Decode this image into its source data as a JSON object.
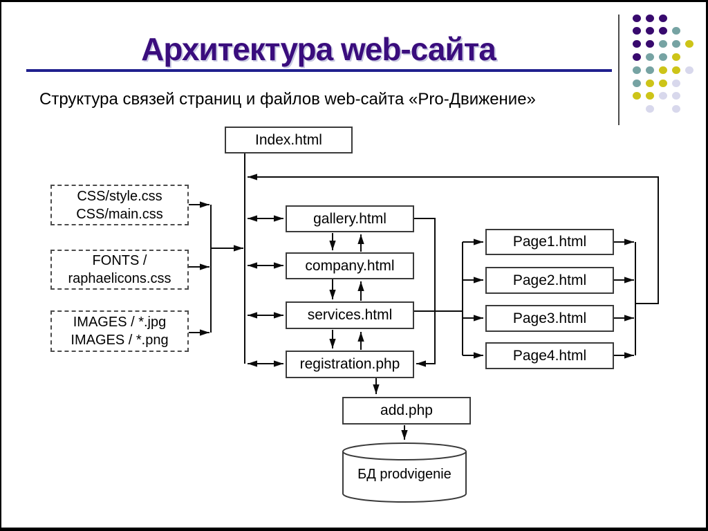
{
  "slide": {
    "title": "Архитектура web-сайта",
    "subtitle": "Структура связей страниц и файлов web-сайта «Pro-Движение»",
    "title_color": "#3a0d7d",
    "underline_color": "#20208e"
  },
  "diagram": {
    "nodes": {
      "index": "Index.html",
      "gallery": "gallery.html",
      "company": "company.html",
      "services": "services.html",
      "registration": "registration.php",
      "page1": "Page1.html",
      "page2": "Page2.html",
      "page3": "Page3.html",
      "page4": "Page4.html",
      "add": "add.php",
      "database": "БД prodvigenie"
    },
    "file_groups": {
      "css": [
        "CSS/style.css",
        "CSS/main.css"
      ],
      "fonts": [
        "FONTS /",
        "raphaelicons.css"
      ],
      "images": [
        "IMAGES / *.jpg",
        "IMAGES / *.png"
      ]
    },
    "edges": [
      {
        "from": "index",
        "to": "gallery",
        "type": "two-way"
      },
      {
        "from": "index",
        "to": "company",
        "type": "two-way"
      },
      {
        "from": "index",
        "to": "services",
        "type": "two-way"
      },
      {
        "from": "index",
        "to": "registration",
        "type": "two-way"
      },
      {
        "from": "css",
        "to": "index",
        "type": "one-way"
      },
      {
        "from": "fonts",
        "to": "index",
        "type": "one-way"
      },
      {
        "from": "images",
        "to": "index",
        "type": "one-way"
      },
      {
        "from": "gallery",
        "to": "company",
        "type": "two-way"
      },
      {
        "from": "company",
        "to": "services",
        "type": "two-way"
      },
      {
        "from": "services",
        "to": "registration",
        "type": "two-way"
      },
      {
        "from": "gallery",
        "to": "registration",
        "type": "one-way"
      },
      {
        "from": "services",
        "to": "page1",
        "type": "one-way"
      },
      {
        "from": "services",
        "to": "page2",
        "type": "one-way"
      },
      {
        "from": "services",
        "to": "page3",
        "type": "one-way"
      },
      {
        "from": "services",
        "to": "page4",
        "type": "one-way"
      },
      {
        "from": "page1",
        "to": "index",
        "type": "one-way"
      },
      {
        "from": "page2",
        "to": "index",
        "type": "one-way"
      },
      {
        "from": "page3",
        "to": "index",
        "type": "one-way"
      },
      {
        "from": "page4",
        "to": "index",
        "type": "one-way"
      },
      {
        "from": "registration",
        "to": "add",
        "type": "one-way"
      },
      {
        "from": "add",
        "to": "database",
        "type": "one-way"
      }
    ],
    "line_color": "#0b0b0b",
    "box_border_color": "#3a3a3a"
  },
  "decor": {
    "dots": {
      "pattern": [
        "PPP..",
        "PPPT.",
        "PPTTY",
        "PTTY.",
        "TTYYL",
        "TYYL.",
        "YYLL.",
        ".L.L."
      ],
      "colors": {
        "P": "#380a6e",
        "T": "#76a3a3",
        "Y": "#cdc418",
        "L": "#d8d8ec"
      }
    }
  }
}
